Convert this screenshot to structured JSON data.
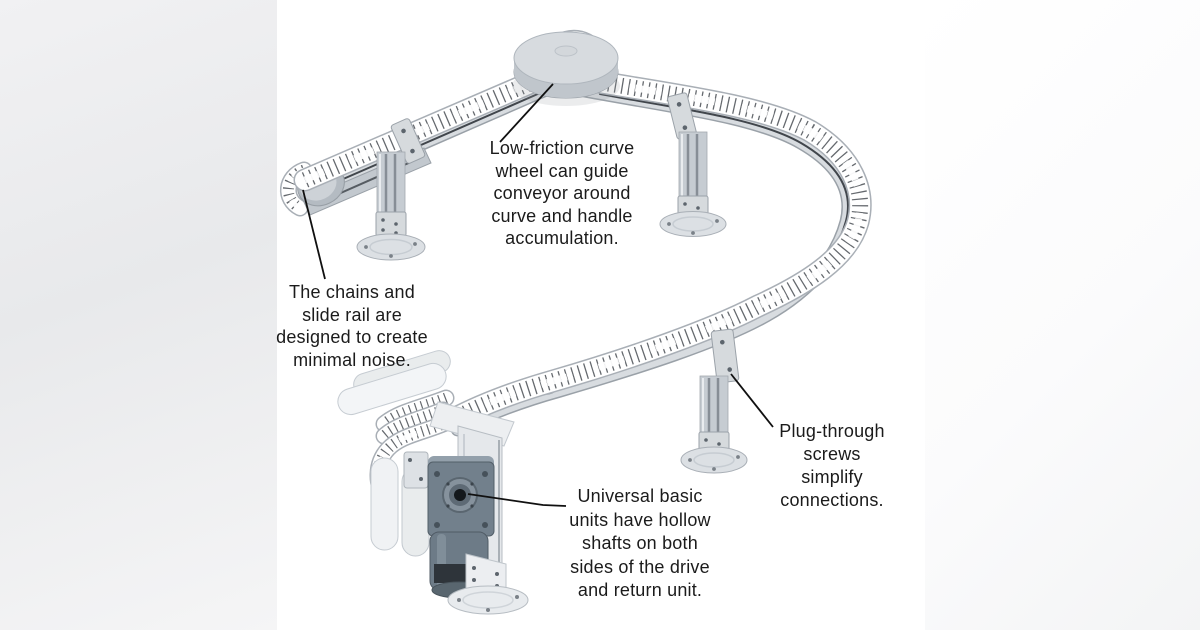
{
  "page": {
    "description": "Annotated 3D illustration of a flexible chain conveyor system",
    "background_left_band": "#e8e9eb",
    "background_right_band": "#f3f4f5",
    "background_main": "#ffffff"
  },
  "colors": {
    "text": "#1b1b1b",
    "leader_line": "#101010",
    "beam_face": "#d8dce0",
    "beam_slot": "#41464c",
    "chain_band": "#ffffff",
    "chain_marks": "#3a3f45",
    "metal_light": "#d6dadd",
    "wheel_face": "#d7dbdf",
    "motor_body": "#72808c",
    "motor_dark_band": "#2e343a"
  },
  "illustration": {
    "parts": [
      "curve-wheel",
      "conveyor-beam",
      "conveyor-chain",
      "idler-end-cap",
      "support-leg",
      "support-leg",
      "support-leg",
      "drive-unit-with-motor"
    ]
  },
  "notes": {
    "curve_wheel": "Low-friction curve\nwheel can guide\nconveyor around\ncurve and handle\naccumulation.",
    "chains": "The chains and\nslide rail are\ndesigned to create\nminimal noise.",
    "plug_screws": "Plug-through\nscrews\nsimplify\nconnections.",
    "universal_units": "Universal basic\nunits have hollow\nshafts on both\nsides of the drive\nand return unit."
  }
}
